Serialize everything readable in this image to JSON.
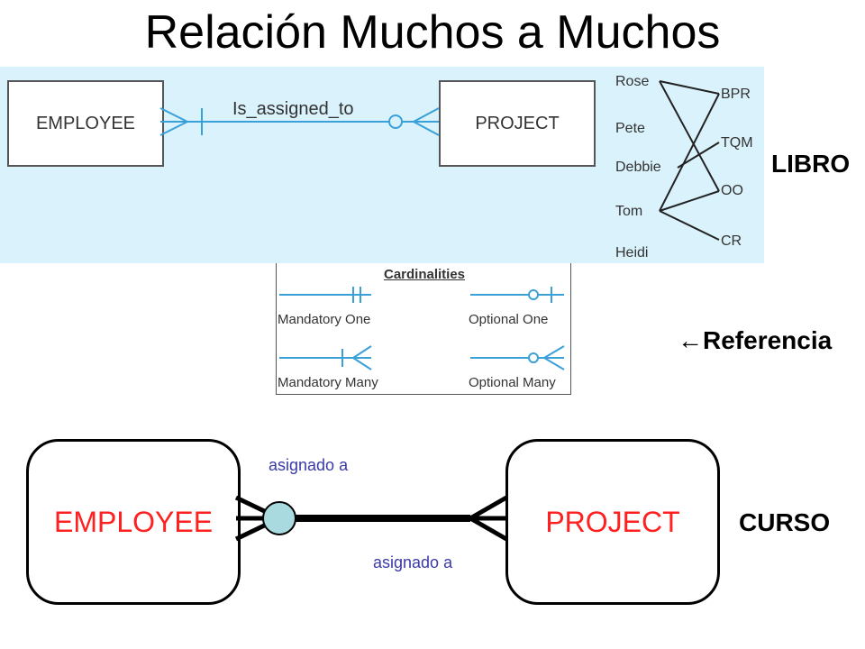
{
  "title": "Relación Muchos a Muchos",
  "book": {
    "entity_left": "EMPLOYEE",
    "entity_right": "PROJECT",
    "relationship": "Is_assigned_to",
    "employees": [
      "Rose",
      "Pete",
      "Debbie",
      "Tom",
      "Heidi"
    ],
    "projects": [
      "BPR",
      "TQM",
      "OO",
      "CR"
    ]
  },
  "cardinalities": {
    "title": "Cardinalities",
    "mandatory_one": "Mandatory One",
    "optional_one": "Optional One",
    "mandatory_many": "Mandatory Many",
    "optional_many": "Optional Many"
  },
  "side_labels": {
    "book": "LIBRO",
    "reference": "Referencia",
    "course": "CURSO"
  },
  "course": {
    "entity_left": "EMPLOYEE",
    "entity_right": "PROJECT",
    "relationship_top": "asignado a",
    "relationship_bottom": "asignado a"
  },
  "colors": {
    "book_background": "#d9f2fb",
    "book_lines": "#3aa0d8",
    "course_entity_text": "#ff2020",
    "course_relationship_text": "#3a3aa8",
    "course_circle": "#a9dadf"
  }
}
